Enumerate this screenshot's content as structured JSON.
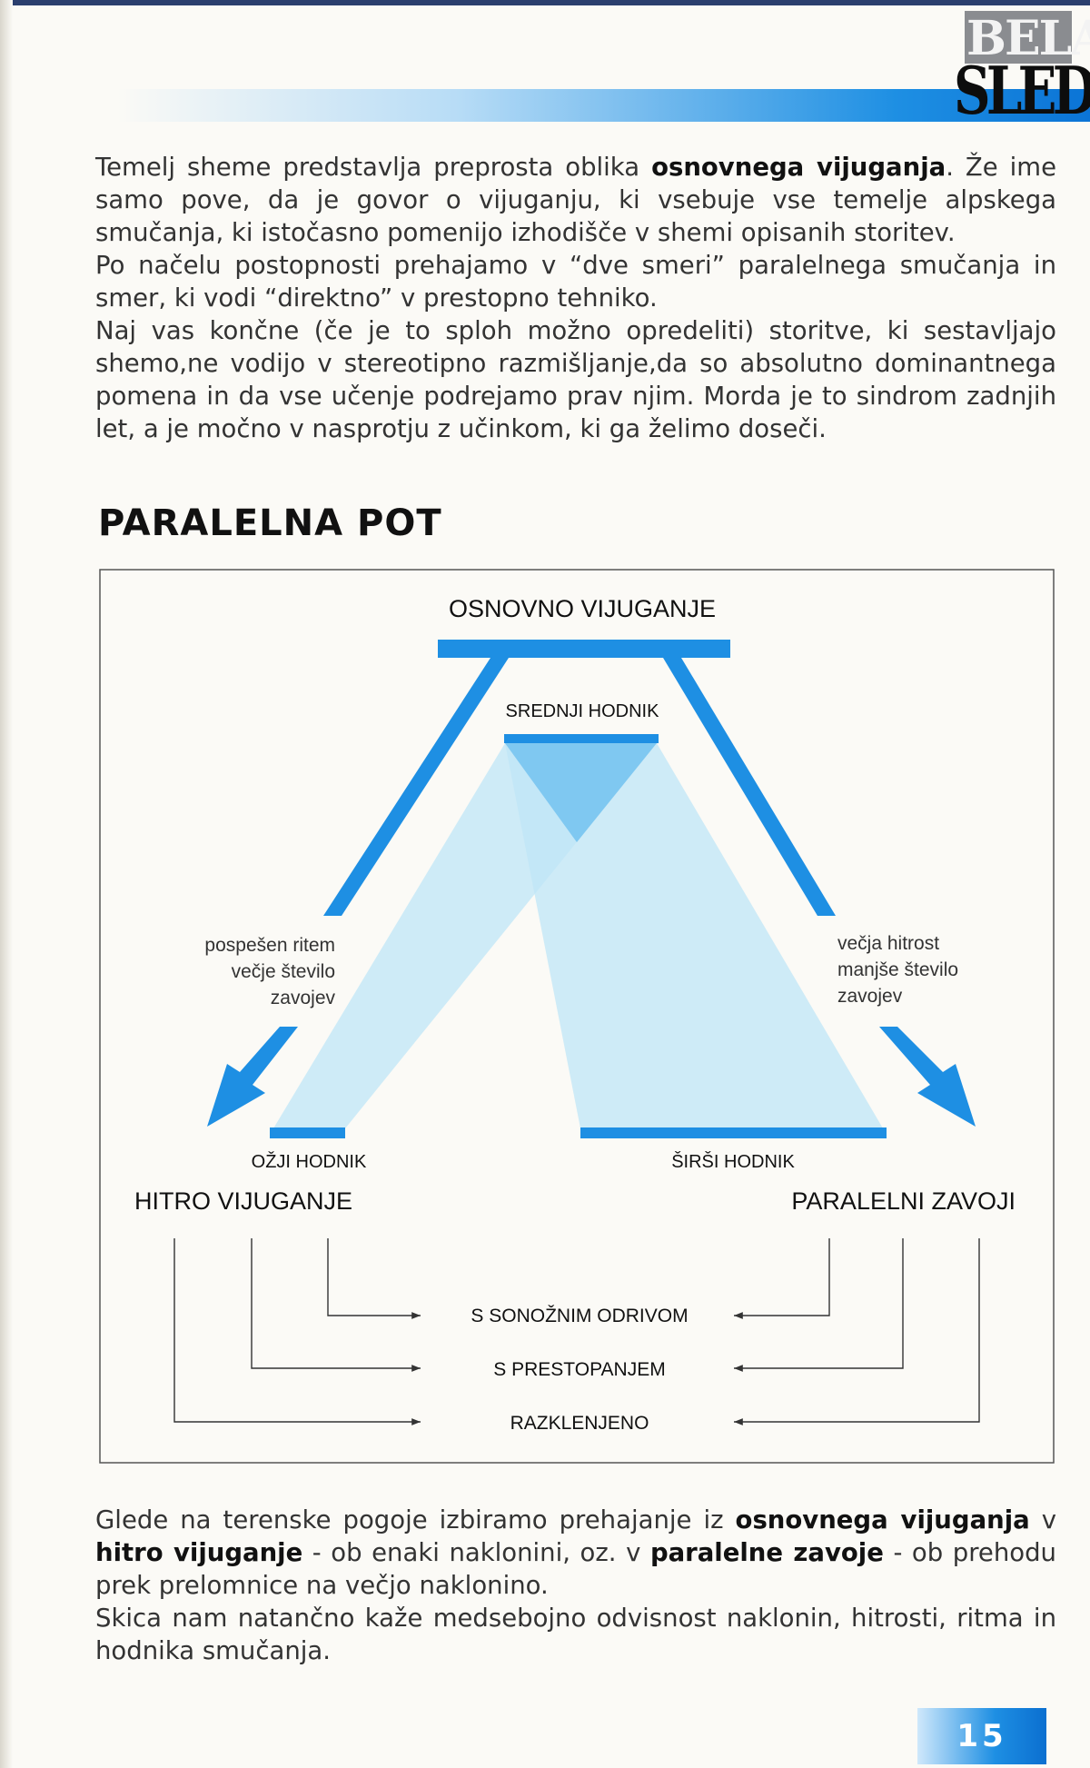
{
  "header": {
    "logo_top": "BELA",
    "logo_bottom": "SLED"
  },
  "intro": {
    "p1_a": "Temelj sheme predstavlja preprosta oblika ",
    "p1_b": "osnovnega vijuganja",
    "p1_c": ". Že ime samo pove, da je govor o vijuganju, ki vsebuje vse temelje alpskega smučanja, ki istočasno pomenijo izhodišče v shemi opisanih storitev.",
    "p2": "Po načelu postopnosti prehajamo v “dve smeri” paralelnega smučanja in smer, ki vodi “direktno” v prestopno tehniko.",
    "p3": "Naj vas končne (če je to sploh možno opredeliti) storitve, ki sestavljajo shemo,ne vodijo v stereotipno razmišljanje,da so absolutno dominantnega pomena in da vse učenje podrejamo prav njim. Morda je to sindrom zadnjih let, a je močno v nasprotju z učinkom, ki ga želimo doseči."
  },
  "section_title": "PARALELNA POT",
  "diagram": {
    "top_label": "OSNOVNO VIJUGANJE",
    "middle_label": "SREDNJI HODNIK",
    "left_note": [
      "pospešen ritem",
      "večje število",
      "zavojev"
    ],
    "right_note": [
      "večja hitrost",
      "manjše število",
      "zavojev"
    ],
    "narrow_label": "OŽJI HODNIK",
    "wide_label": "ŠIRŠI HODNIK",
    "left_title": "HITRO VIJUGANJE",
    "right_title": "PARALELNI ZAVOJI",
    "targets": [
      "S SONOŽNIM ODRIVOM",
      "S PRESTOPANJEM",
      "RAZKLENJENO"
    ]
  },
  "outro": {
    "a1": "Glede na terenske pogoje izbiramo prehajanje iz ",
    "a2": "osnovnega vijuganja",
    "a3": " v ",
    "a4": "hitro vijuganje",
    "a5": " - ob enaki naklonini, oz. v ",
    "a6": "paralelne zavoje",
    "a7": " - ob prehodu prek prelomnice na večjo naklonino.",
    "p2": "Skica nam natančno kaže medsebojno odvisnost naklonin, hitrosti, ritma in hodnika smučanja."
  },
  "page_number": "15",
  "colors": {
    "accent": "#1e8fe3",
    "light_fill": "#bfe6f7"
  }
}
